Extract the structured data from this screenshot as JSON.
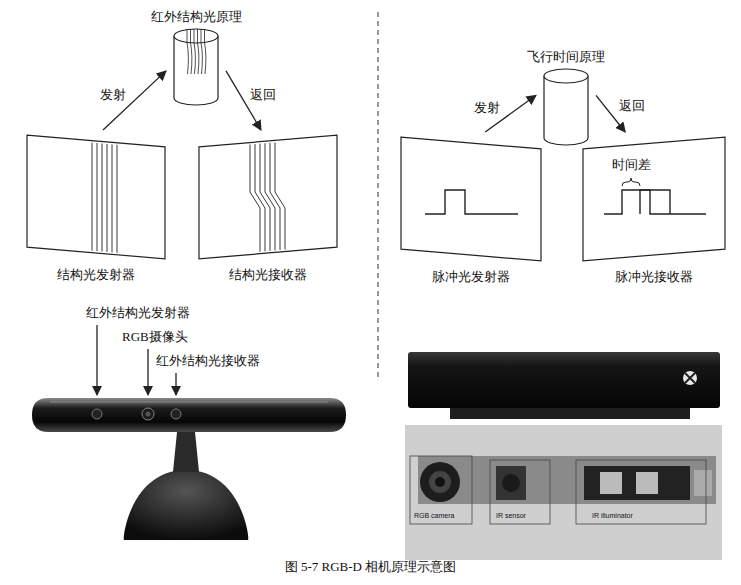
{
  "diagram": {
    "caption": "图 5-7 RGB-D 相机原理示意图",
    "nodes": [
      {
        "text": [
          "红外结构光原理"
        ]
      },
      {
        "text": [
          "结构光发射器"
        ]
      },
      {
        "text": [
          "结构光接收器"
        ]
      },
      {
        "text": [
          "飞行时间原理"
        ]
      },
      {
        "text": [
          "脉冲光发射器"
        ]
      },
      {
        "text": [
          "时间差",
          "脉冲光接收器"
        ]
      }
    ],
    "edges": [
      {
        "from": 1,
        "to": 0,
        "label": "发射",
        "arrow": "to"
      },
      {
        "from": 0,
        "to": 2,
        "label": "返回",
        "arrow": "to"
      },
      {
        "from": 4,
        "to": 3,
        "label": "发射",
        "arrow": "to"
      },
      {
        "from": 3,
        "to": 5,
        "label": "返回",
        "arrow": "to"
      }
    ],
    "labels": [
      "红外结构光发射器",
      "RGB摄像头",
      "红外结构光接收器",
      "RGB camera",
      "IR sensor",
      "IR illuminator"
    ]
  }
}
